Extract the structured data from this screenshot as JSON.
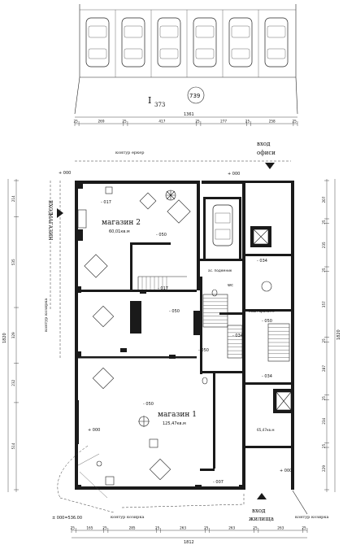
{
  "plot": {
    "number": "I",
    "sub": "373",
    "circle": "739"
  },
  "rooms": {
    "shop2_title": "магазин 2",
    "shop2_area": "60,01кв.м",
    "shop1_title": "магазин 1",
    "shop1_area": "125,47кв.м",
    "office_area": "65,47кв.м",
    "elevator_label": "ас. подемник",
    "wc": "wc",
    "garbage": "кош гаражите"
  },
  "labels": {
    "erker": "контур еркер",
    "kozirka_left": "контур козирка",
    "kozirka_bottom": "контур козирка",
    "kozirka_right": "контур козирка",
    "entry_shop_l1": "ВХОД",
    "entry_shop_l2": "МАГАЗИН",
    "entry_office_l1": "вход",
    "entry_office_l2": "офиси",
    "entry_res_l1": "вход",
    "entry_res_l2": "жилища",
    "elev_main": "± 000=536.00"
  },
  "levels": {
    "l_top_left": "+ 000",
    "l_top_mid": "+ 000",
    "l_017a": "- 017",
    "l_050a": "- 050",
    "l_017b": "- 017",
    "l_050b": "- 050",
    "l_050c": "- 050",
    "l_050d": "- 050",
    "l_050e": "- 050",
    "l_034a": "- 034",
    "l_034b": "- 034",
    "l_034c": "- 034",
    "l_000l": "+ 000",
    "l_000r": "+ 000",
    "l_007": "- 007"
  },
  "dims": {
    "top_total": "1361",
    "top": [
      "25",
      "269",
      "25",
      "417",
      "25",
      "277",
      "25",
      "258",
      "25"
    ],
    "bottom_total": "1812",
    "bottom": [
      "25",
      "165",
      "25",
      "285",
      "25",
      "263",
      "25",
      "263",
      "25",
      "263",
      "25"
    ],
    "right_total": "1820",
    "right": [
      "207",
      "25",
      "235",
      "25",
      "357",
      "25",
      "287",
      "25",
      "234",
      "25",
      "229"
    ],
    "left_total": "1820",
    "left": [
      "214",
      "535",
      "329",
      "232",
      "514"
    ]
  }
}
